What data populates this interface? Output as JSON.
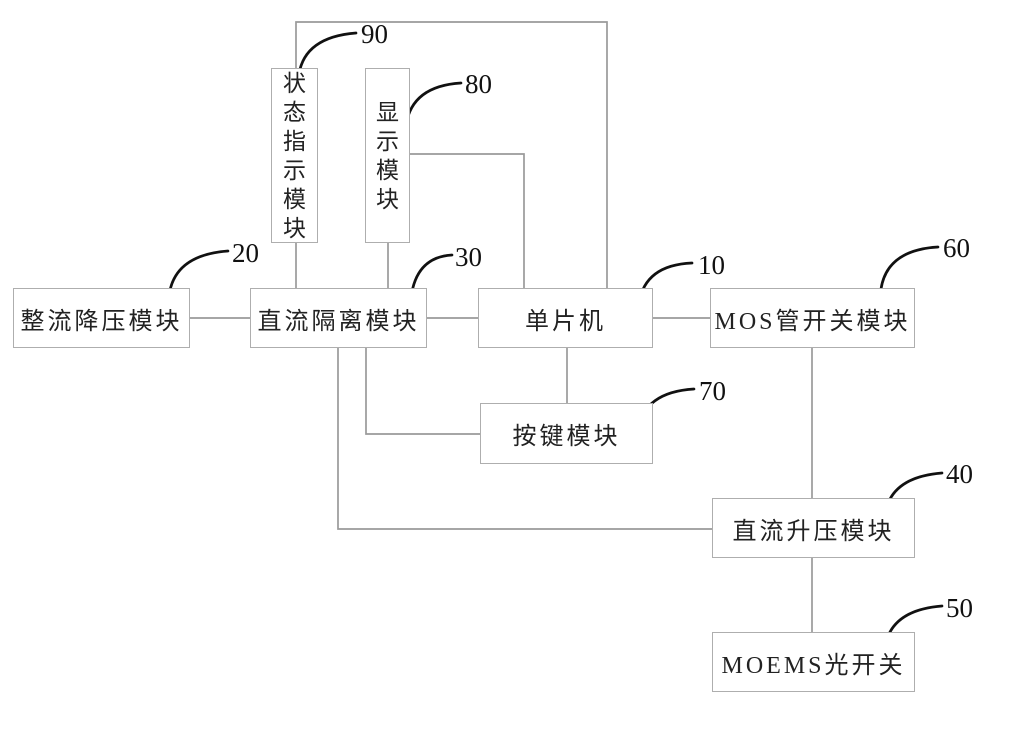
{
  "diagram": {
    "description": "Patent-style block diagram of a MOEMS optical switch control system",
    "colors": {
      "background": "#ffffff",
      "connector_line": "#9a9a9a",
      "box_border": "#aeaeae",
      "box_text": "#222222",
      "leader_and_number": "#111111"
    },
    "blocks": [
      {
        "number": "20",
        "label": "整流降压模块"
      },
      {
        "number": "30",
        "label": "直流隔离模块"
      },
      {
        "number": "10",
        "label": "单片机"
      },
      {
        "number": "60",
        "label": "MOS管开关模块"
      },
      {
        "number": "90",
        "label": "状态指示模块"
      },
      {
        "number": "80",
        "label": "显示模块"
      },
      {
        "number": "70",
        "label": "按键模块"
      },
      {
        "number": "40",
        "label": "直流升压模块"
      },
      {
        "number": "50",
        "label": "MOEMS光开关"
      }
    ]
  }
}
